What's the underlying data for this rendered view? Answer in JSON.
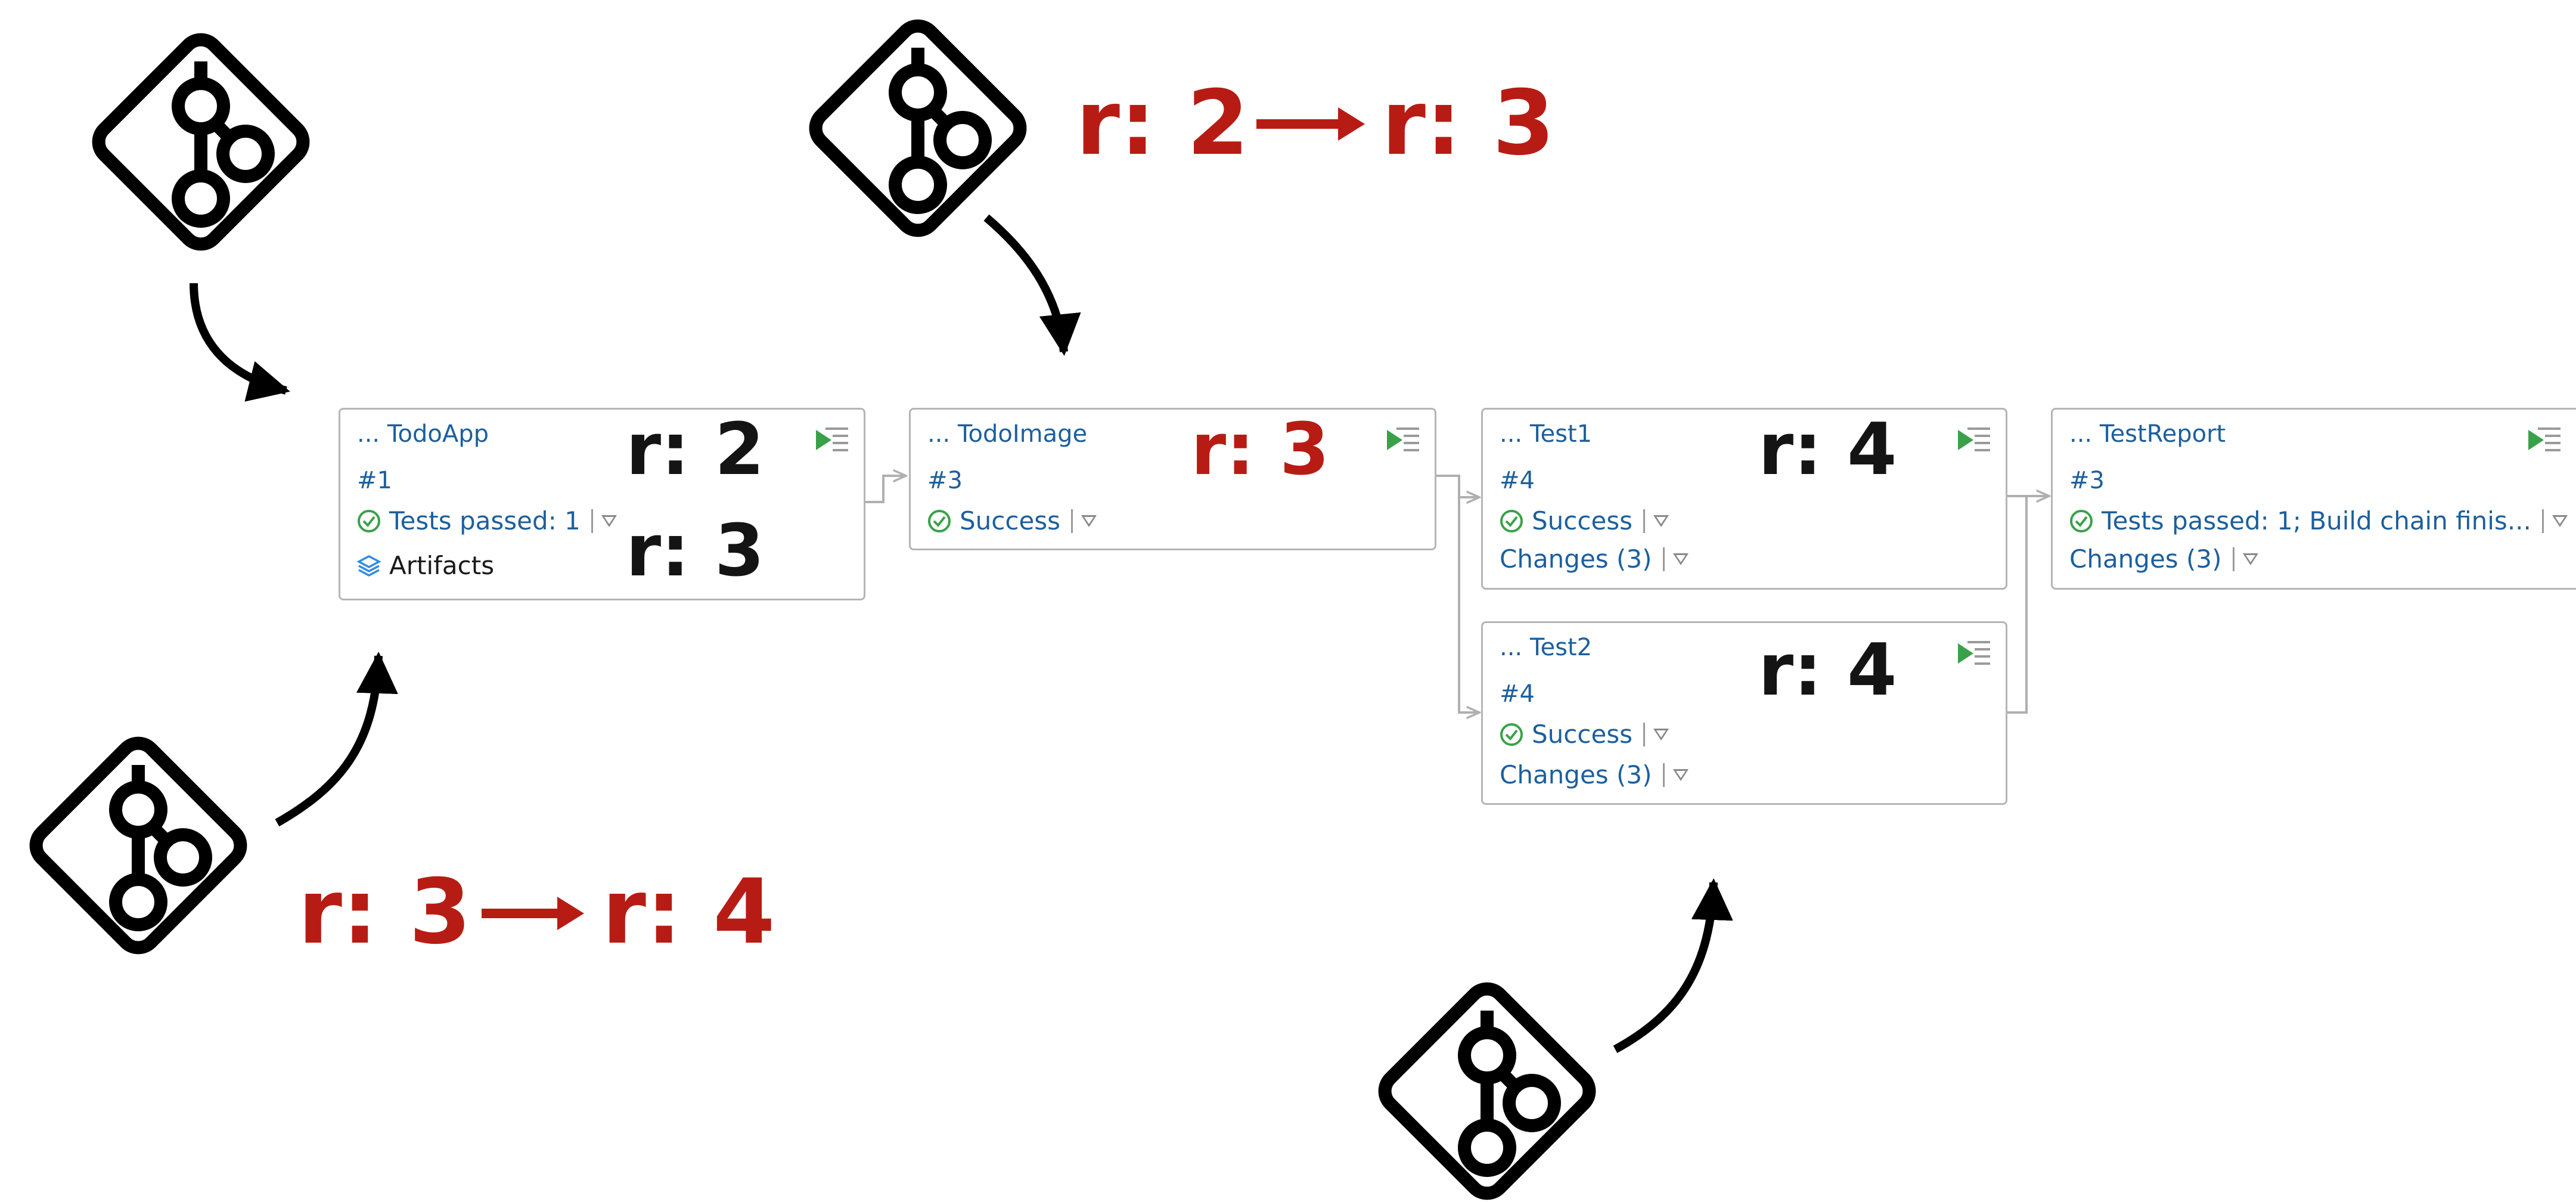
{
  "colors": {
    "accent_red": "#b71c14",
    "link_blue": "#1d5f9c",
    "success_green": "#3aa14a"
  },
  "builds": [
    {
      "name": "... TodoApp",
      "number": "#1",
      "status": "Tests passed: 1",
      "artifacts": "Artifacts",
      "revision_labels": [
        "r: 2",
        "r: 3"
      ],
      "icons": [
        "check-circle-icon",
        "layers-icon",
        "hourglass-icon",
        "run-icon"
      ]
    },
    {
      "name": "... TodoImage",
      "number": "#3",
      "status": "Success",
      "revision_label": "r: 3"
    },
    {
      "name": "... Test1",
      "number": "#4",
      "status": "Success",
      "changes": "Changes (3)",
      "revision_label": "r: 4"
    },
    {
      "name": "... Test2",
      "number": "#4",
      "status": "Success",
      "changes": "Changes (3)",
      "revision_label": "r: 4"
    },
    {
      "name": "... TestReport",
      "number": "#3",
      "status": "Tests passed: 1; Build chain finis...",
      "changes": "Changes (3)"
    }
  ],
  "commit_annotations": [
    {
      "from": "r: 2",
      "to": "r: 3"
    },
    {
      "from": "r: 3",
      "to": "r: 4"
    }
  ],
  "icons": {
    "vcs": "git-icon",
    "arrow": "arrow-right-icon"
  }
}
